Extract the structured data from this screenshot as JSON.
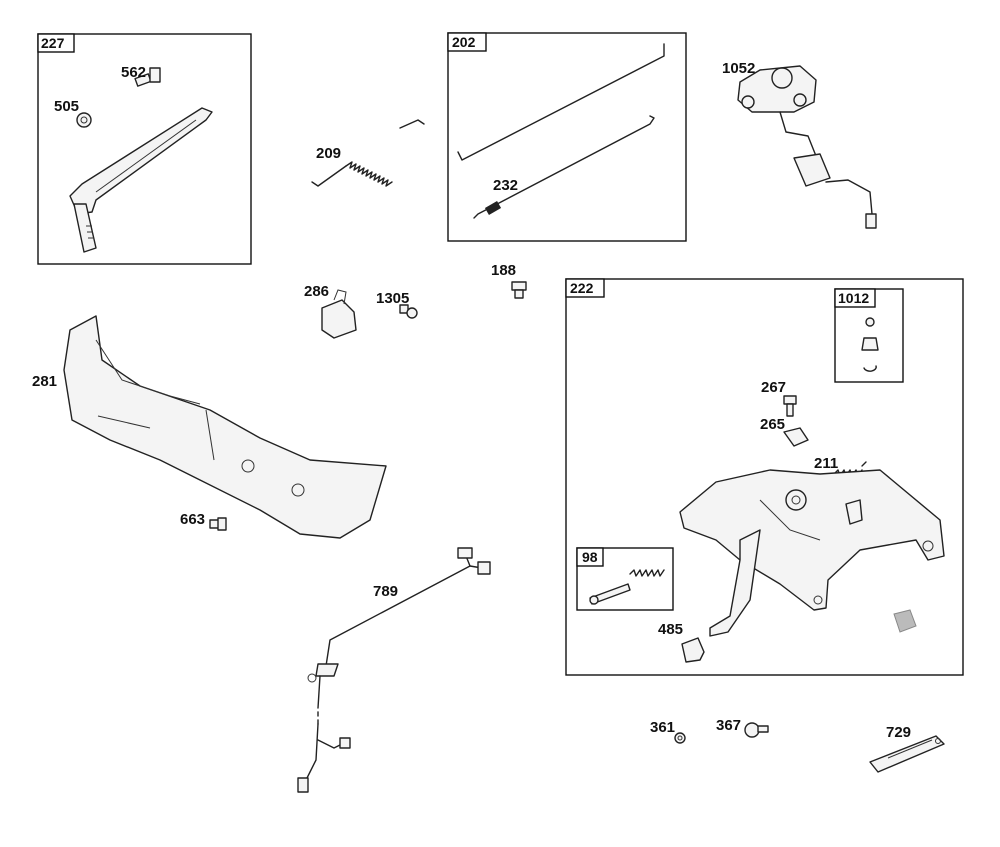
{
  "labels": {
    "l227": "227",
    "l562": "562",
    "l505": "505",
    "l209": "209",
    "l202": "202",
    "l232": "232",
    "l1052": "1052",
    "l188": "188",
    "l286": "286",
    "l1305": "1305",
    "l281": "281",
    "l222": "222",
    "l1012": "1012",
    "l267": "267",
    "l265": "265",
    "l211": "211",
    "l663": "663",
    "l789": "789",
    "l98": "98",
    "l485": "485",
    "l361": "361",
    "l367": "367",
    "l729": "729"
  }
}
